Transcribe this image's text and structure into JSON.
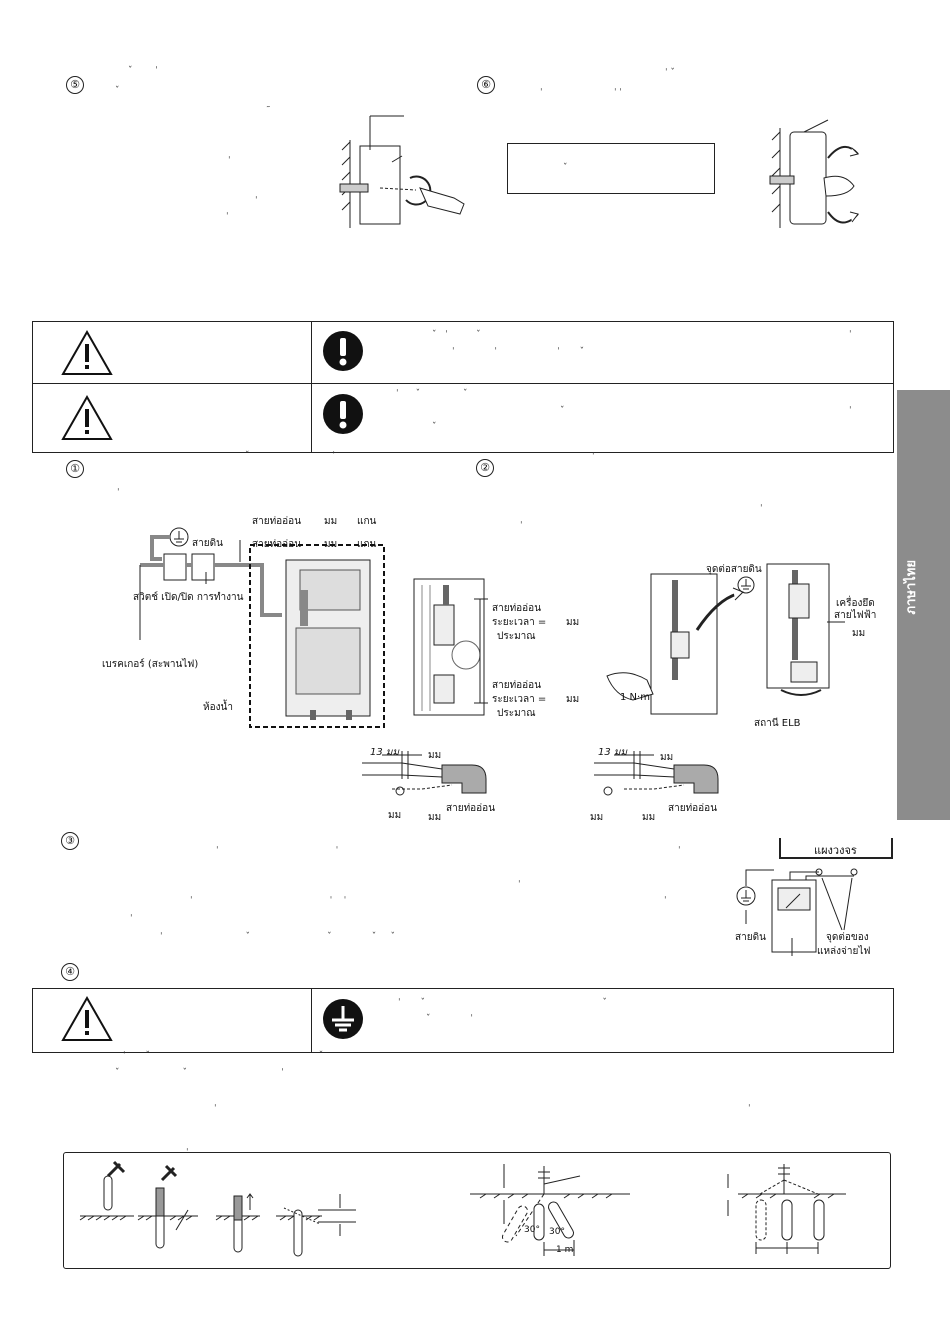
{
  "steps": {
    "s1": "①",
    "s2": "②",
    "s3": "③",
    "s4": "④",
    "s5": "⑤",
    "s6": "⑥"
  },
  "sidebar": {
    "tab_label": "ภาษาไทย"
  },
  "step1": {
    "pipe_label_1": "สายท่ออ่อน",
    "pipe_label_2": "สายท่ออ่อน",
    "mm_1": "มม",
    "mm_2": "มม",
    "core_1": "แกน",
    "core_2": "แกน",
    "ground_label": "สายดิน",
    "switch_label": "สวิตช์ เปิด/ปิด การทำงาน",
    "breaker_label": "เบรคเกอร์ (สะพานไฟ)",
    "bathroom_label": "ห้องน้ำ"
  },
  "step2": {
    "ground_point_label": "จุดต่อสายดิน",
    "cable_clamp_label_1": "เครื่องยึด",
    "cable_clamp_label_2": "สายไฟฟ้า",
    "mm": "มม",
    "torque": "1 N·m",
    "elb_label": "สถานี ELB",
    "pipe_a": "สายท่ออ่อน",
    "dist_a": "ระยะเวลา =",
    "mm_a": "มม",
    "approx_a": "ประมาณ",
    "pipe_b": "สายท่ออ่อน",
    "dist_b": "ระยะเวลา =",
    "mm_b": "มม",
    "approx_b": "ประมาณ"
  },
  "strip_left": {
    "len": "13 มม",
    "mm_top": "มม",
    "mm_bl": "มม",
    "mm_br": "มม",
    "pipe": "สายท่ออ่อน"
  },
  "strip_right": {
    "len": "13 มม",
    "mm_top": "มม",
    "mm_bl": "มม",
    "mm_br": "มม",
    "pipe": "สายท่ออ่อน"
  },
  "step3": {
    "panel_label": "แผงวงจร",
    "ground_label": "สายดิน",
    "supply_label_1": "จุดต่อของ",
    "supply_label_2": "แหล่งจ่ายไฟ"
  },
  "ground_rod": {
    "angle_1": "30°",
    "angle_2": "30°",
    "distance": "1 m"
  }
}
